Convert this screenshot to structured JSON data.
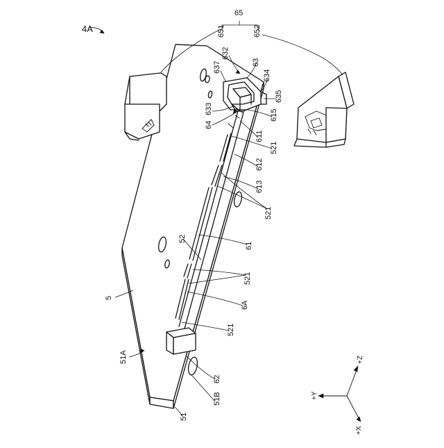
{
  "labels": {
    "fig": "4A",
    "l65": "65",
    "l651": "651",
    "l652": "652",
    "l632": "632",
    "l637": "637",
    "l63": "63",
    "l634": "634",
    "l635": "635",
    "l633": "633",
    "l64": "64",
    "l615": "615",
    "l611": "611",
    "l521a": "521",
    "l612": "612",
    "l613": "613",
    "l521b": "521",
    "l52": "52",
    "l61": "61",
    "l521c": "521",
    "l6A": "6A",
    "l5": "5",
    "l521d": "521",
    "l51A": "51A",
    "l62": "62",
    "l51B": "51B",
    "l51": "51"
  },
  "axes": {
    "z": "+Z",
    "y": "+Y",
    "x": "+X"
  }
}
